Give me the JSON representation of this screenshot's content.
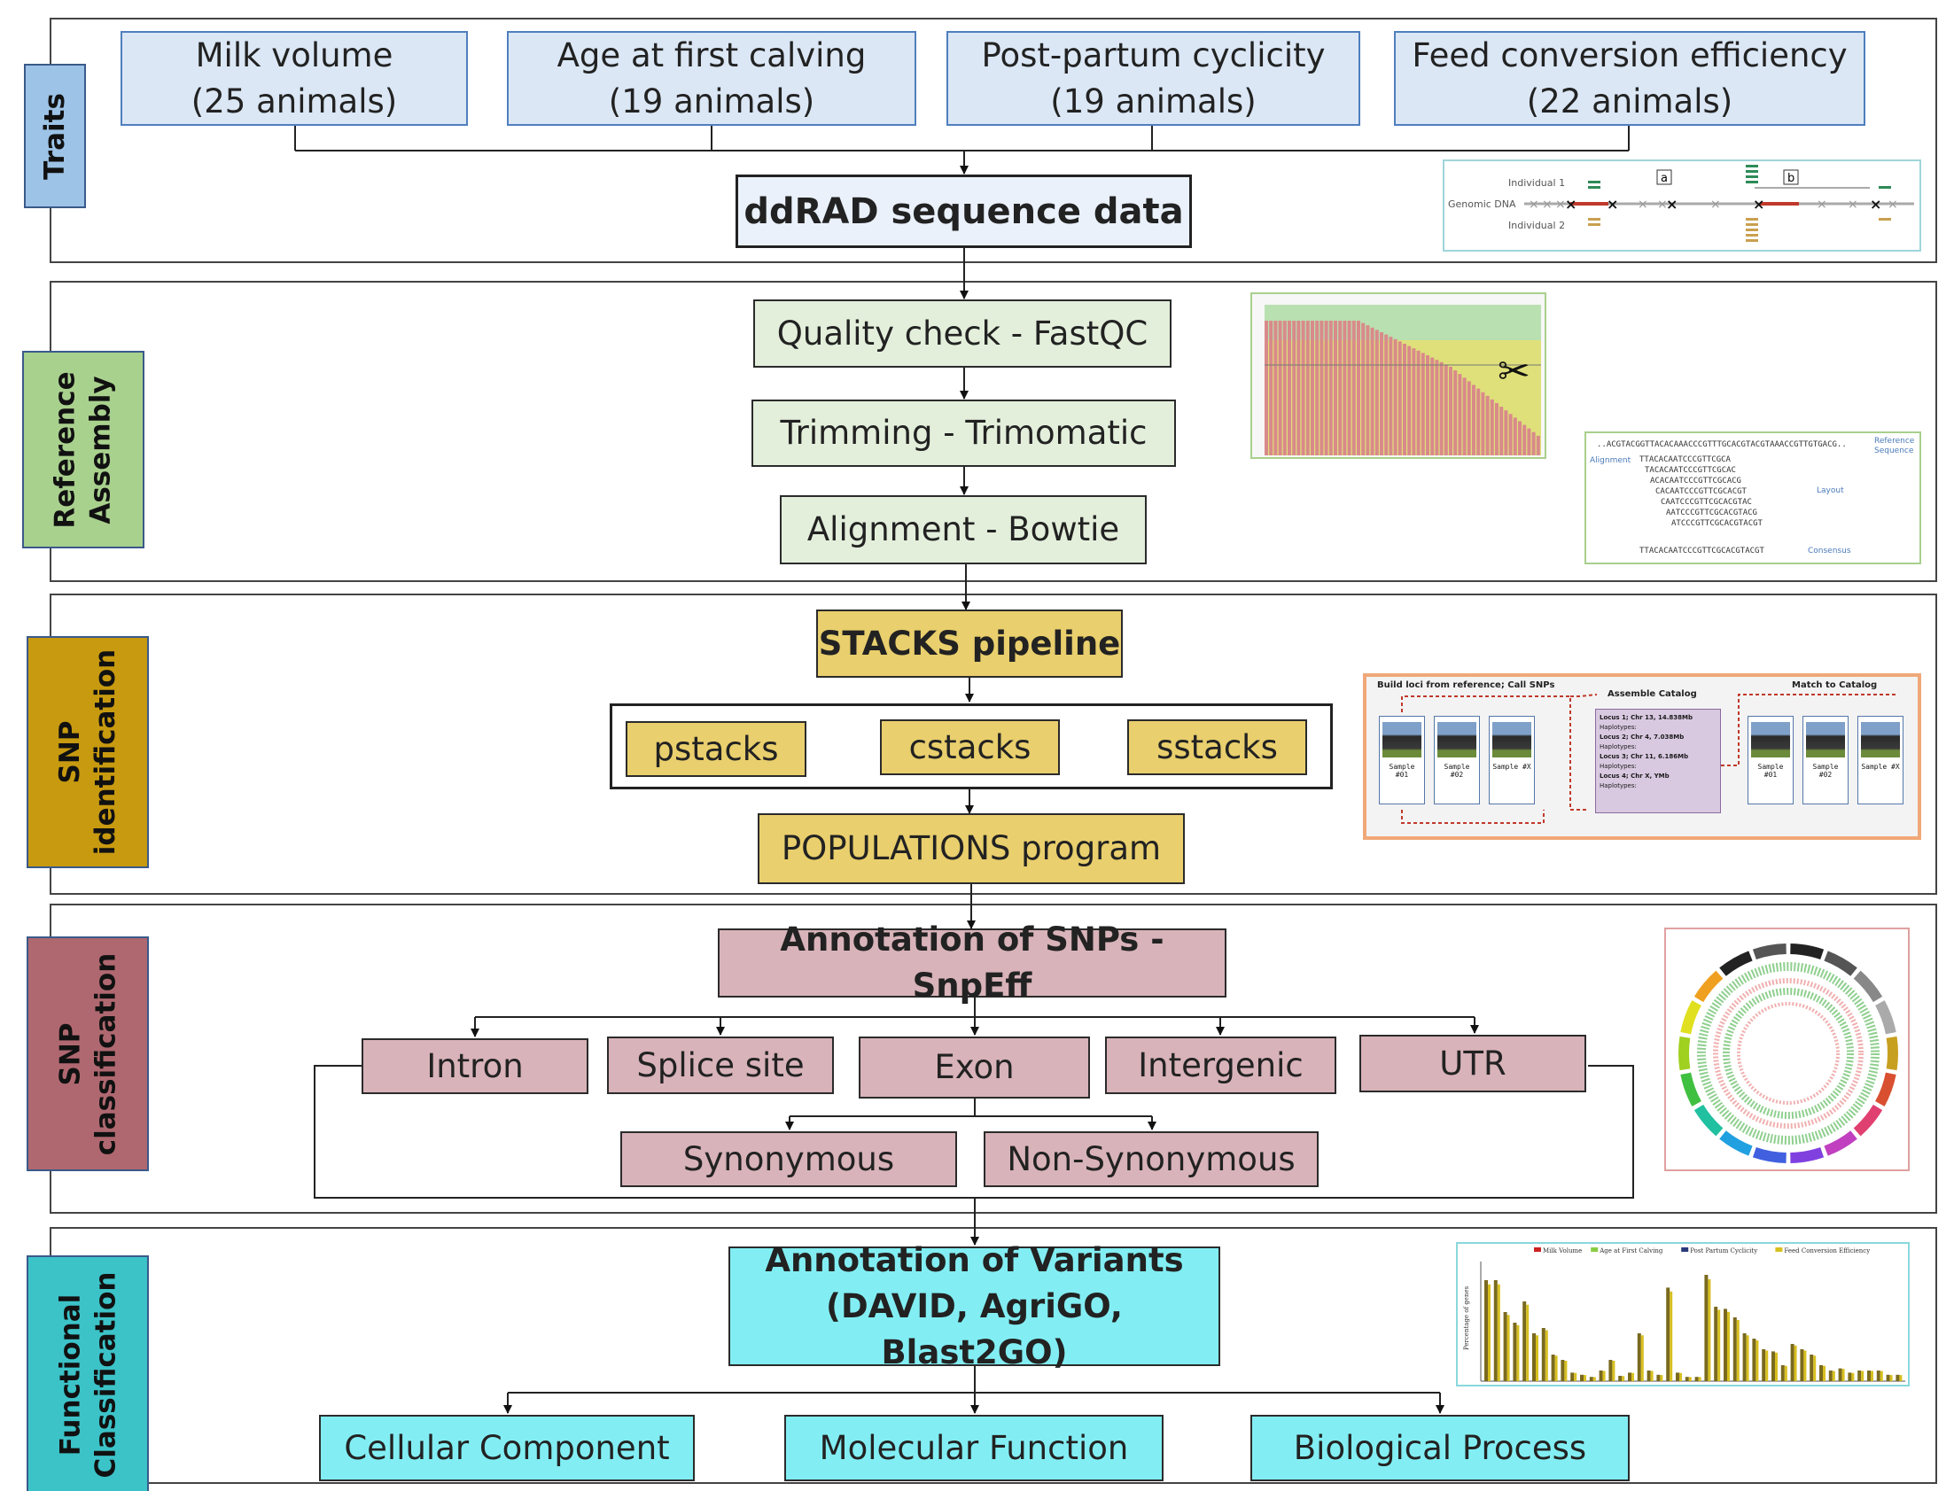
{
  "sections": {
    "traits": "Traits",
    "reference_assembly": "Reference\nAssembly",
    "snp_identification": "SNP\nidentification",
    "snp_classification": "SNP\nclassification",
    "functional_classification": "Functional\nClassification"
  },
  "traits": [
    {
      "line1": "Milk volume",
      "line2": "(25 animals)"
    },
    {
      "line1": "Age at first calving",
      "line2": "(19 animals)"
    },
    {
      "line1": "Post-partum cyclicity",
      "line2": "(19 animals)"
    },
    {
      "line1": "Feed conversion efficiency",
      "line2": "(22 animals)"
    }
  ],
  "ddrad": "ddRAD sequence data",
  "reference": {
    "quality": "Quality check - FastQC",
    "trimming": "Trimming - Trimomatic",
    "alignment": "Alignment - Bowtie"
  },
  "snp_id": {
    "stacks": "STACKS pipeline",
    "pstacks": "pstacks",
    "cstacks": "cstacks",
    "sstacks": "sstacks",
    "populations": "POPULATIONS program"
  },
  "snp_class": {
    "snpeff": "Annotation of SNPs - SnpEff",
    "intron": "Intron",
    "splice": "Splice site",
    "exon": "Exon",
    "intergenic": "Intergenic",
    "utr": "UTR",
    "synonymous": "Synonymous",
    "nonsyn": "Non-Synonymous"
  },
  "functional": {
    "variants_line1": "Annotation of Variants",
    "variants_line2": "(DAVID, AgriGO, Blast2GO)",
    "cellular": "Cellular Component",
    "molecular": "Molecular Function",
    "biological": "Biological Process"
  },
  "thumbnails": {
    "ddrad_schematic": {
      "individual1": "Individual 1",
      "genomic_dna": "Genomic DNA",
      "individual2": "Individual 2",
      "mark_a": "a",
      "mark_b": "b"
    },
    "alignment_schematic": {
      "reference_seq": "..ACGTACGGTTACACAAACCCGTTTGCACGTACGTAAACCGTTGTGACG..",
      "reads": [
        "TTACACAATCCCGTTCGCA",
        "TACACAATCCCGTTCGCAC",
        "ACACAATCCCGTTCGCACG",
        "CACAATCCCGTTCGCACGT",
        "CAATCCCGTTCGCACGTAC",
        "AATCCCGTTCGCACGTACG",
        "ATCCCGTTCGCACGTACGT"
      ],
      "consensus_seq": "TTACACAATCCCGTTCGCACGTACGT",
      "label_reference": "Reference Sequence",
      "label_alignment": "Alignment",
      "label_layout": "Layout",
      "label_consensus": "Consensus"
    },
    "stacks_schematic": {
      "build": "Build loci from reference; Call SNPs",
      "assemble": "Assemble Catalog",
      "match": "Match to Catalog",
      "samples_left": [
        "Sample #01",
        "Sample #02",
        "Sample #X"
      ],
      "samples_right": [
        "Sample #01",
        "Sample #02",
        "Sample #X"
      ],
      "loci": [
        "Locus 1; Chr 13, 14.838Mb",
        "Locus 2; Chr 4, 7.038Mb",
        "Locus 3; Chr 11, 6.186Mb",
        "Locus 4; Chr X, YMb"
      ],
      "haplotypes": "Haplotypes:"
    },
    "go_chart_legend": [
      "Milk Volume",
      "Age at First Calving",
      "Post Partum Cyclicity",
      "Feed Conversion Efficiency"
    ],
    "go_chart_ylabel": "Percentage of genes",
    "colors": {
      "milk": "#cc2222",
      "age": "#88cc44",
      "cyclicity": "#2a3a7a",
      "feed": "#d8c020"
    }
  }
}
